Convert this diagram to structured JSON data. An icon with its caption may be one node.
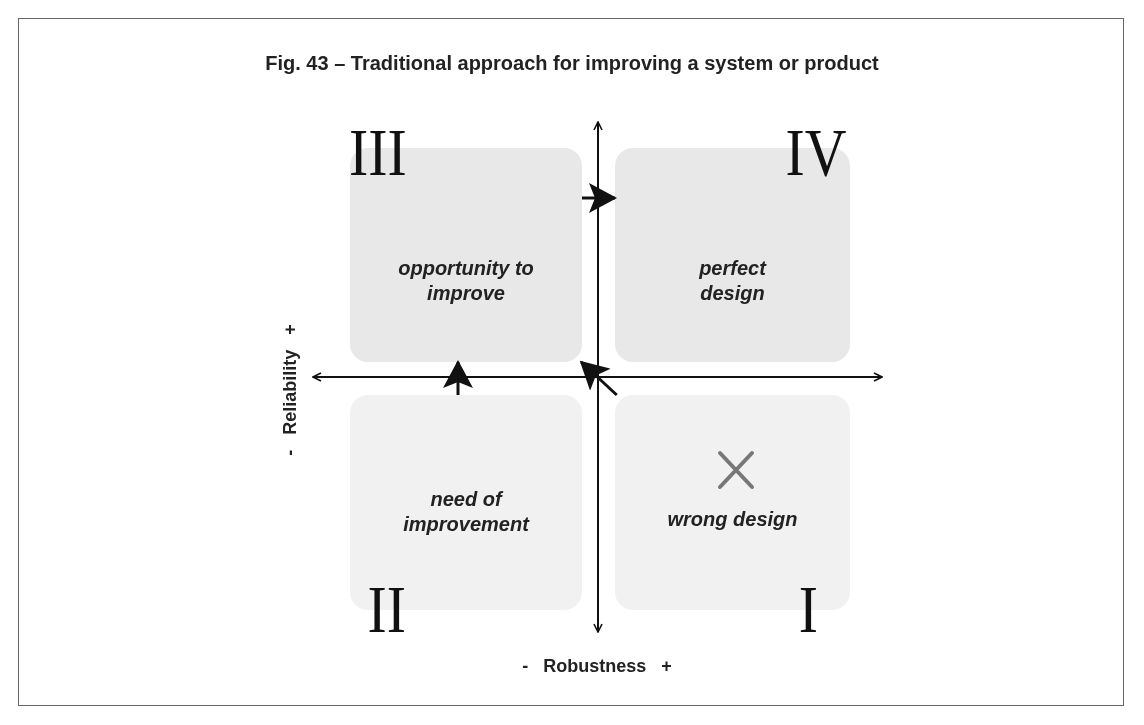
{
  "diagram": {
    "title": "Fig. 43 – Traditional approach for improving a system or product",
    "nodes": [
      {
        "text": [
          "III",
          "opportunity to improve"
        ]
      },
      {
        "text": [
          "IV",
          "perfect design"
        ]
      },
      {
        "text": [
          "need of improvement",
          "II"
        ]
      },
      {
        "text": [
          "wrong design",
          "I"
        ]
      }
    ],
    "edges": [
      {
        "from": 2,
        "to": 0,
        "arrow": "to"
      },
      {
        "from": 3,
        "to": 0,
        "arrow": "to"
      },
      {
        "from": 0,
        "to": 1,
        "arrow": "to"
      }
    ],
    "labels": [
      "- Reliability +",
      "- Robustness +"
    ]
  }
}
